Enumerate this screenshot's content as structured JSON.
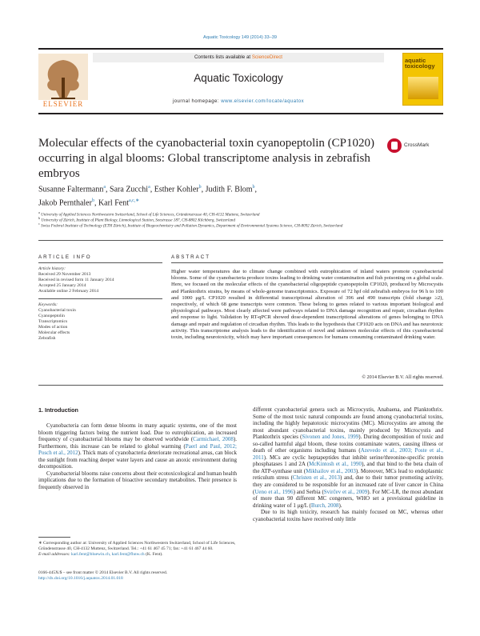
{
  "journal_ref": "Aquatic Toxicology 149 (2014) 33–39",
  "header": {
    "contents_prefix": "Contents lists available at ",
    "contents_link": "ScienceDirect",
    "journal_name": "Aquatic Toxicology",
    "homepage_label": "journal homepage: ",
    "homepage_url": "www.elsevier.com/locate/aquatox",
    "publisher": "ELSEVIER",
    "cover_title": "aquatic toxicology"
  },
  "article": {
    "title": "Molecular effects of the cyanobacterial toxin cyanopeptolin (CP1020) occurring in algal blooms: Global transcriptome analysis in zebrafish embryos",
    "crossmark": "CrossMark",
    "authors": [
      {
        "name": "Susanne Faltermann",
        "sup": "a"
      },
      {
        "name": "Sara Zucchi",
        "sup": "a"
      },
      {
        "name": "Esther Kohler",
        "sup": "b"
      },
      {
        "name": "Judith F. Blom",
        "sup": "b"
      },
      {
        "name": "Jakob Pernthaler",
        "sup": "b"
      },
      {
        "name": "Karl Fent",
        "sup": "a,c,∗"
      }
    ],
    "affiliations": [
      {
        "sup": "a",
        "text": "University of Applied Sciences Northwestern Switzerland, School of Life Sciences, Gründenstrasse 40, CH-4132 Muttenz, Switzerland"
      },
      {
        "sup": "b",
        "text": "University of Zürich, Institute of Plant Biology, Limnological Station, Seestrasse 187, CH-8802 Kilchberg, Switzerland"
      },
      {
        "sup": "c",
        "text": "Swiss Federal Institute of Technology (ETH Zürich), Institute of Biogeochemistry and Pollution Dynamics, Department of Environmental Systems Science, CH-8092 Zürich, Switzerland"
      }
    ]
  },
  "article_info": {
    "heading": "ARTICLE INFO",
    "history_label": "Article history:",
    "history": [
      "Received 29 November 2013",
      "Received in revised form 11 January 2014",
      "Accepted 25 January 2014",
      "Available online 2 February 2014"
    ],
    "keywords_label": "Keywords:",
    "keywords": [
      "Cyanobacterial toxin",
      "Cyanopeptolin",
      "Transcriptomics",
      "Modes of action",
      "Molecular effects",
      "Zebrafish"
    ]
  },
  "abstract": {
    "heading": "ABSTRACT",
    "text": "Higher water temperatures due to climate change combined with eutrophication of inland waters promote cyanobacterial blooms. Some of the cyanobacteria produce toxins leading to drinking water contamination and fish poisoning on a global scale. Here, we focused on the molecular effects of the cyanobacterial oligopeptide cyanopeptolin CP1020, produced by Microcystis and Planktothrix strains, by means of whole-genome transcriptomics. Exposure of 72 hpf old zebrafish embryos for 96 h to 100 and 1000 μg/L CP1020 resulted in differential transcriptional alteration of 396 and 490 transcripts (fold change ≥2), respectively, of which 68 gene transcripts were common. These belong to genes related to various important biological and physiological pathways. Most clearly affected were pathways related to DNA damage recognition and repair, circadian rhythm and response to light. Validation by RT-qPCR showed dose-dependent transcriptional alterations of genes belonging to DNA damage and repair and regulation of circadian rhythm. This leads to the hypothesis that CP1020 acts on DNA and has neurotoxic activity. This transcriptome analysis leads to the identification of novel and unknown molecular effects of this cyanobacterial toxin, including neurotoxicity, which may have important consequences for humans consuming contaminated drinking water.",
    "copyright": "© 2014 Elsevier B.V. All rights reserved."
  },
  "intro": {
    "heading": "1.  Introduction",
    "left_paragraphs": [
      [
        {
          "t": "Cyanobacteria can form dense blooms in many aquatic systems, one of the most bloom triggering factors being the nutrient load. Due to eutrophication, an increased frequency of cyanobacterial blooms may be observed worldwide ("
        },
        {
          "t": "Carmichael, 2008",
          "link": true
        },
        {
          "t": "). Furthermore, this increase can be related to global warming ("
        },
        {
          "t": "Paerl and Paul, 2012; Posch et al., 2012",
          "link": true
        },
        {
          "t": "). Thick mats of cyanobacteria deteriorate recreational areas, can block the sunlight from reaching deeper water layers and cause an anoxic environment during decomposition."
        }
      ],
      [
        {
          "t": "Cyanobacterial blooms raise concerns about their ecotoxicological and human health implications due to the formation of bioactive secondary metabolites. Their presence is frequently observed in"
        }
      ]
    ],
    "right_paragraphs": [
      [
        {
          "t": "different cyanobacterial genera such as Microcystis, Anabaena, and Planktothrix. Some of the most toxic natural compounds are found among cyanobacterial toxins, including the highly hepatotoxic microcystins (MC). Microcystins are among the most abundant cyanobacterial toxins, mainly produced by Microcystis and Planktothrix species ("
        },
        {
          "t": "Sivonen and Jones, 1999",
          "link": true
        },
        {
          "t": "). During decomposition of toxic and so-called harmful algal bloom, these toxins contaminate waters, causing illness or death of other organisms including humans ("
        },
        {
          "t": "Azevedo et al., 2003; Poste et al., 2011",
          "link": true
        },
        {
          "t": "). MCs are cyclic heptapeptides that inhibit serine/threonine-specific protein phosphatases 1 and 2A ("
        },
        {
          "t": "McKintosh et al., 1990",
          "link": true
        },
        {
          "t": "), and that bind to the beta chain of the ATP-synthase unit ("
        },
        {
          "t": "Mikhailov et al., 2003",
          "link": true
        },
        {
          "t": "). Moreover, MCs lead to endoplasmic reticulum stress ("
        },
        {
          "t": "Christen et al., 2013",
          "link": true
        },
        {
          "t": ") and, due to their tumor promoting activity, they are considered to be responsible for an increased rate of liver cancer in China ("
        },
        {
          "t": "Ueno et al., 1996",
          "link": true
        },
        {
          "t": ") and Serbia ("
        },
        {
          "t": "Svirčev et al., 2009",
          "link": true
        },
        {
          "t": "). For MC-LR, the most abundant of more than 90 different MC congeners, WHO set a provisional guideline in drinking water of 1 μg/L ("
        },
        {
          "t": "Burch, 2008",
          "link": true
        },
        {
          "t": ")."
        }
      ],
      [
        {
          "t": "Due to its high toxicity, research has mainly focused on MC, whereas other cyanobacterial toxins have received only little"
        }
      ]
    ]
  },
  "footnote": {
    "corresponding": "∗ Corresponding author at: University of Applied Sciences Northwestern Switzerland, School of Life Sciences, Gründenstrasse 40, CH-4132 Muttenz, Switzerland. Tel.: +41 61 467 45 71; fax: +41 61 467 44 60.",
    "email_label": "E-mail addresses: ",
    "emails": "karl.fent@bluewin.ch, karl.fent@fhnw.ch",
    "email_suffix": " (K. Fent).",
    "issn": "0166-445X/$ – see front matter © 2014 Elsevier B.V. All rights reserved.",
    "doi": "http://dx.doi.org/10.1016/j.aquatox.2014.01.018"
  }
}
